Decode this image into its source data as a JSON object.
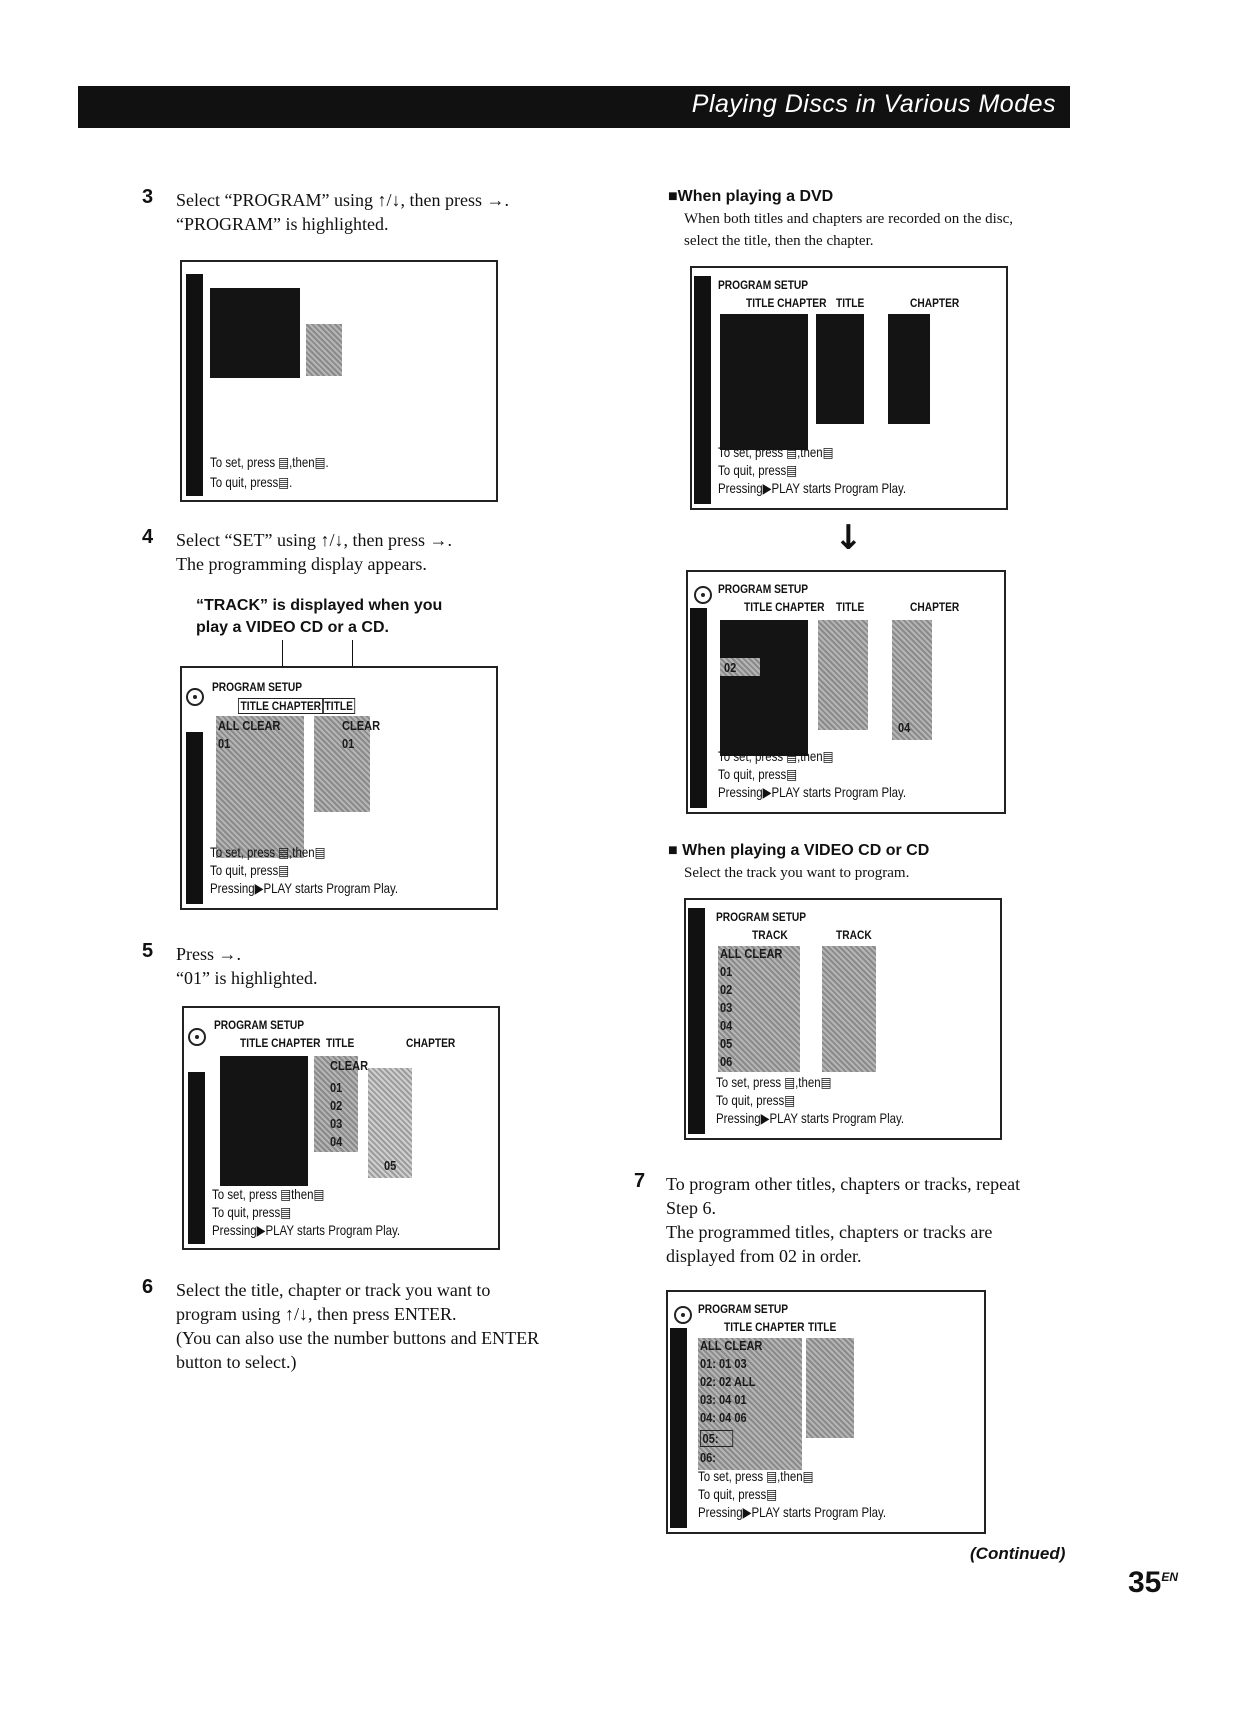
{
  "header": {
    "title": "Playing Discs in Various Modes"
  },
  "left": {
    "step3": {
      "num": "3",
      "line1": "Select “PROGRAM” using ↑/↓, then press →.",
      "line2": "“PROGRAM” is highlighted."
    },
    "screen1": {
      "line1": "To set, press ▤,then▤.",
      "line2": "To quit, press▤."
    },
    "step4": {
      "num": "4",
      "line1": "Select “SET” using ↑/↓, then press →.",
      "line2": "The programming display appears."
    },
    "callout": {
      "line1": "“TRACK” is displayed when you",
      "line2": "play a VIDEO CD or a CD."
    },
    "screen2": {
      "title": "PROGRAM SETUP",
      "col1": "TITLE CHAPTER",
      "col2": "TITLE",
      "cells": [
        "ALL CLEAR",
        "CLEAR",
        "01",
        "01"
      ],
      "line1": "To set, press ▤,then▤",
      "line2": "To quit, press▤",
      "line3": "Pressing▶PLAY starts Program Play."
    },
    "step5": {
      "num": "5",
      "line1": "Press →.",
      "line2": "“01” is highlighted."
    },
    "screen3": {
      "title": "PROGRAM SETUP",
      "col1": "TITLE CHAPTER",
      "col2": "TITLE",
      "col3": "CHAPTER",
      "cells": [
        "CLEAR",
        "01",
        "02",
        "03",
        "04",
        "05"
      ],
      "line1": "To set, press ▤then▤",
      "line2": "To quit, press▤",
      "line3": "Pressing▶PLAY starts Program Play."
    },
    "step6": {
      "num": "6",
      "line1": "Select the title, chapter or track you want to",
      "line2": "program using ↑/↓, then press ENTER.",
      "line3": "(You can also use the number buttons and ENTER",
      "line4": "button to select.)"
    }
  },
  "right": {
    "dvd": {
      "heading": "■When playing a DVD",
      "line1": "When both titles and chapters are recorded on the disc,",
      "line2": "select the title, then the chapter."
    },
    "screen4": {
      "title": "PROGRAM SETUP",
      "col1": "TITLE CHAPTER",
      "col2": "TITLE",
      "col3": "CHAPTER",
      "line1": "To set, press ▤,then▤",
      "line2": "To quit, press▤",
      "line3": "Pressing▶PLAY starts Program Play."
    },
    "arrow": "↓",
    "screen5": {
      "title": "PROGRAM SETUP",
      "col1": "TITLE CHAPTER",
      "col2": "TITLE",
      "col3": "CHAPTER",
      "cells": [
        "02",
        "04"
      ],
      "line1": "To set, press ▤,then▤",
      "line2": "To quit, press▤",
      "line3": "Pressing▶PLAY starts Program Play."
    },
    "vcd": {
      "heading": "■ When playing a VIDEO CD or CD",
      "line1": "Select the track you want to program."
    },
    "screen6": {
      "title": "PROGRAM SETUP",
      "col1": "TRACK",
      "col2": "TRACK",
      "cells": [
        "ALL CLEAR",
        "01",
        "02",
        "03",
        "04",
        "05",
        "06"
      ],
      "line1": "To set, press ▤,then▤",
      "line2": "To quit, press▤",
      "line3": "Pressing▶PLAY starts Program Play."
    },
    "step7": {
      "num": "7",
      "line1": "To program other titles, chapters or tracks, repeat",
      "line2": "Step 6.",
      "line3": "The programmed titles, chapters or tracks are",
      "line4": "displayed from 02 in order."
    },
    "screen7": {
      "title": "PROGRAM SETUP",
      "col1": "TITLE CHAPTER",
      "col2": "TITLE",
      "rows": [
        "ALL CLEAR",
        "01: 01  03",
        "02: 02  ALL",
        "03: 04  01",
        "04: 04  06",
        "05:",
        "06:"
      ],
      "line1": "To set, press ▤,then▤",
      "line2": "To quit, press▤",
      "line3": "Pressing▶PLAY starts Program Play."
    }
  },
  "footer": {
    "continued": "(Continued)",
    "page": "35",
    "page_suffix": "EN"
  }
}
